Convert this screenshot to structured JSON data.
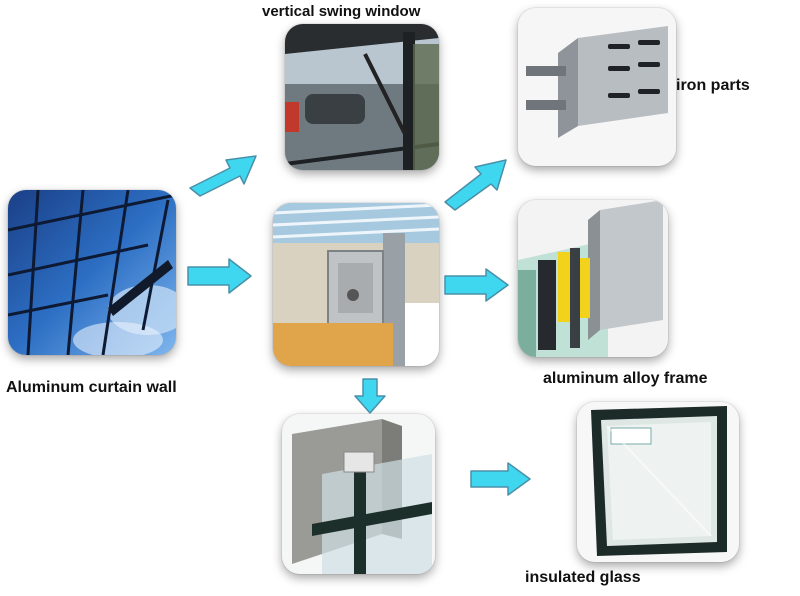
{
  "labels": {
    "vertical_swing_window": "vertical swing window",
    "iron_parts": "iron parts",
    "aluminum_curtain_wall": "Aluminum curtain wall",
    "aluminum_alloy_frame": "aluminum alloy frame",
    "insulated_glass": "insulated glass"
  },
  "colors": {
    "arrow_fill": "#3fd7f0",
    "arrow_stroke": "#4a8fa8"
  }
}
